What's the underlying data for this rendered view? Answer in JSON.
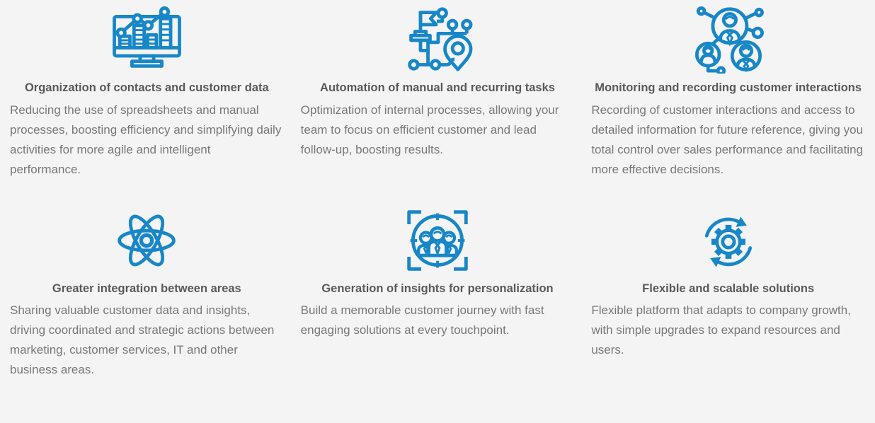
{
  "theme": {
    "background_color": "#f4f4f4",
    "accent_color": "#1787c8",
    "title_color": "#58595b",
    "body_color": "#77787b"
  },
  "features": [
    {
      "icon": "monitor-analytics-icon",
      "title": "Organization of contacts and customer data",
      "description": "Reducing the use of spreadsheets and manual processes, boosting efficiency and simplifying daily activities for more agile and intelligent performance."
    },
    {
      "icon": "roadmap-flag-pin-icon",
      "title": "Automation of manual and recurring tasks",
      "description": "Optimization of internal processes, allowing your team to focus on efficient customer and lead follow-up, boosting results."
    },
    {
      "icon": "customer-network-icon",
      "title": "Monitoring and recording customer interactions",
      "description": "Recording of customer interactions and access to detailed information for future reference, giving you total control over sales performance and facilitating more effective decisions."
    },
    {
      "icon": "atom-integration-icon",
      "title": "Greater integration between areas",
      "description": "Sharing valuable customer data and insights, driving coordinated and strategic actions between marketing, customer services, IT and other business areas."
    },
    {
      "icon": "audience-focus-icon",
      "title": "Generation of insights for personalization",
      "description": "Build a memorable customer journey with fast engaging solutions at every touchpoint."
    },
    {
      "icon": "gear-sync-icon",
      "title": "Flexible and scalable solutions",
      "description": "Flexible platform that adapts to company growth, with simple upgrades to expand resources and users."
    }
  ]
}
